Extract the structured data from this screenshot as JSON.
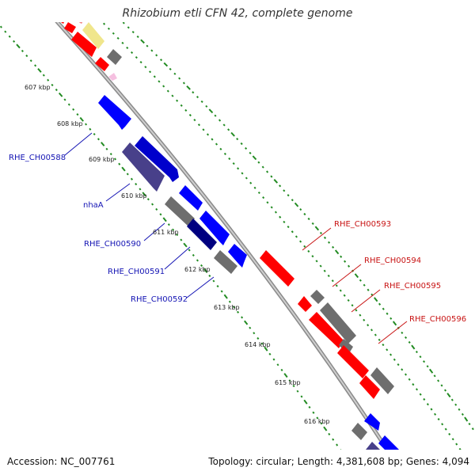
{
  "title": "Rhizobium etli CFN 42, complete genome",
  "footer": {
    "accession": "Accession: NC_007761",
    "summary": "Topology: circular; Length: 4,381,608 bp; Genes: 4,094"
  },
  "position_markers": [
    "607 kbp",
    "608 kbp",
    "609 kbp",
    "610 kbp",
    "611 kbp",
    "612 kbp",
    "613 kbp",
    "614 kbp",
    "615 kbp",
    "616 kbp"
  ],
  "gene_labels_forward": [
    "RHE_CH00588",
    "nhaA",
    "RHE_CH00590",
    "RHE_CH00591",
    "RHE_CH00592"
  ],
  "gene_labels_reverse": [
    "RHE_CH00593",
    "RHE_CH00594",
    "RHE_CH00595",
    "RHE_CH00596"
  ],
  "colors": {
    "backbone": "#a0a0a0",
    "tick": "#228b22",
    "forward_label": "#1414b4",
    "reverse_label": "#c81414",
    "gene_red": "#ff0000",
    "gene_blue": "#0000ff",
    "gene_navy": "#000080",
    "gene_slate": "#48408a",
    "gene_gray": "#6e6e6e",
    "gene_green": "#44d144",
    "gene_yellow": "#f0e68c",
    "gene_pink": "#f08080"
  }
}
